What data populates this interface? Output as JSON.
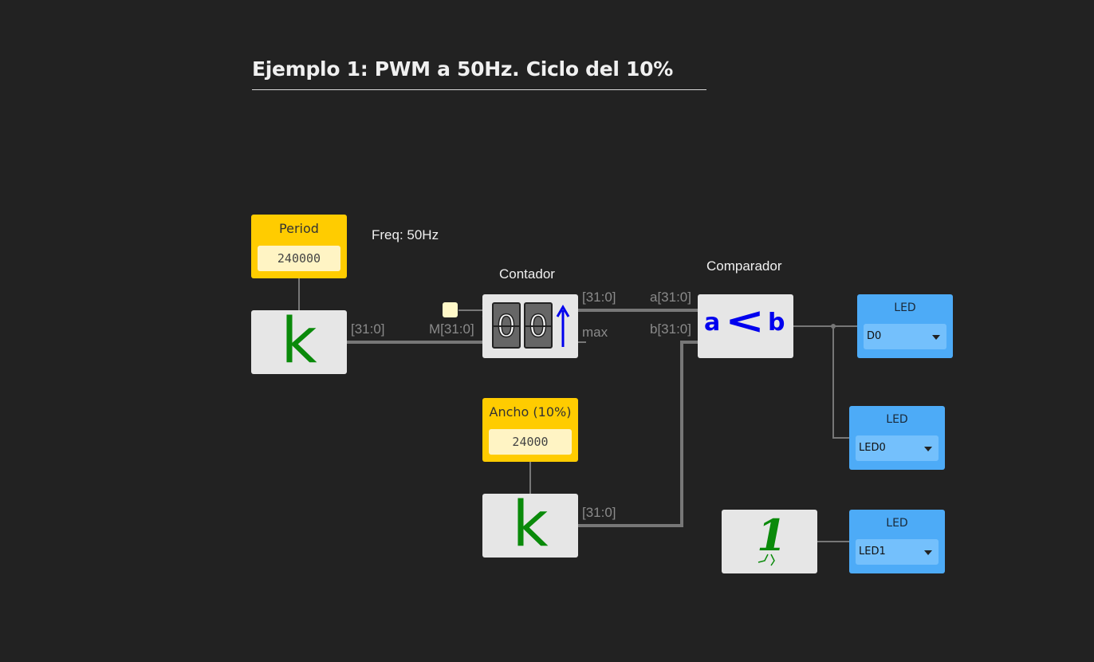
{
  "title": "Ejemplo 1: PWM a 50Hz. Ciclo del 10%",
  "labels": {
    "freq": "Freq: 50Hz",
    "contador": "Contador",
    "comparador": "Comparador"
  },
  "constants": {
    "period": {
      "title": "Period",
      "value": "240000"
    },
    "ancho": {
      "title": "Ancho (10%)",
      "value": "24000"
    }
  },
  "blocks": {
    "k_symbol": "k",
    "counter_digits": [
      "0",
      "0"
    ],
    "comparator": {
      "a": "a",
      "op": "<",
      "b": "b"
    },
    "one": "1"
  },
  "ports": {
    "period_out": "[31:0]",
    "counter_in": "M[31:0]",
    "counter_out": "[31:0]",
    "counter_max": "max",
    "comp_a": "a[31:0]",
    "comp_b": "b[31:0]",
    "ancho_out": "[31:0]"
  },
  "leds": [
    {
      "title": "LED",
      "value": "D0"
    },
    {
      "title": "LED",
      "value": "LED0"
    },
    {
      "title": "LED",
      "value": "LED1"
    }
  ],
  "colors": {
    "background": "#222222",
    "constant": "#ffcc00",
    "constant_field": "#fff4c4",
    "block": "#e6e6e6",
    "led": "#4dabf7",
    "led_field": "#74c0fc",
    "k_green": "#0a8a0a",
    "comparator_blue": "#0000ee",
    "wire": "#888888"
  }
}
